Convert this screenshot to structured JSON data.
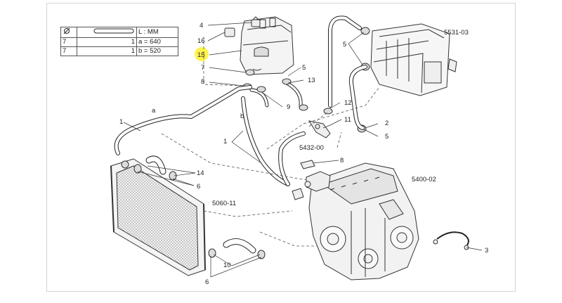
{
  "table": {
    "header": {
      "col1_icon": "diameter-icon",
      "col3": "L : MM"
    },
    "rows": [
      {
        "qty": "7",
        "code": "1",
        "spec": "a = 640"
      },
      {
        "qty": "7",
        "code": "1",
        "spec": "b = 520"
      }
    ]
  },
  "labels": {
    "l4": "4",
    "l16": "16",
    "l15": "15",
    "l7": "7",
    "l8": "8",
    "l5a": "5",
    "l13": "13",
    "l9": "9",
    "l12": "12",
    "l11": "11",
    "l5b": "5",
    "l5c": "5",
    "l2": "2",
    "l5d": "5",
    "ref5531": "5531-03",
    "l1a": "1",
    "la": "a",
    "lb": "b",
    "l1b": "1",
    "ref5432": "5432-00",
    "l8b": "8",
    "ref5400": "5400-02",
    "l14": "14",
    "l6a": "6",
    "ref5060": "5060-11",
    "l10": "10",
    "l6b": "6",
    "l3": "3"
  },
  "colors": {
    "highlight": "#fff34d",
    "line": "#222222"
  }
}
